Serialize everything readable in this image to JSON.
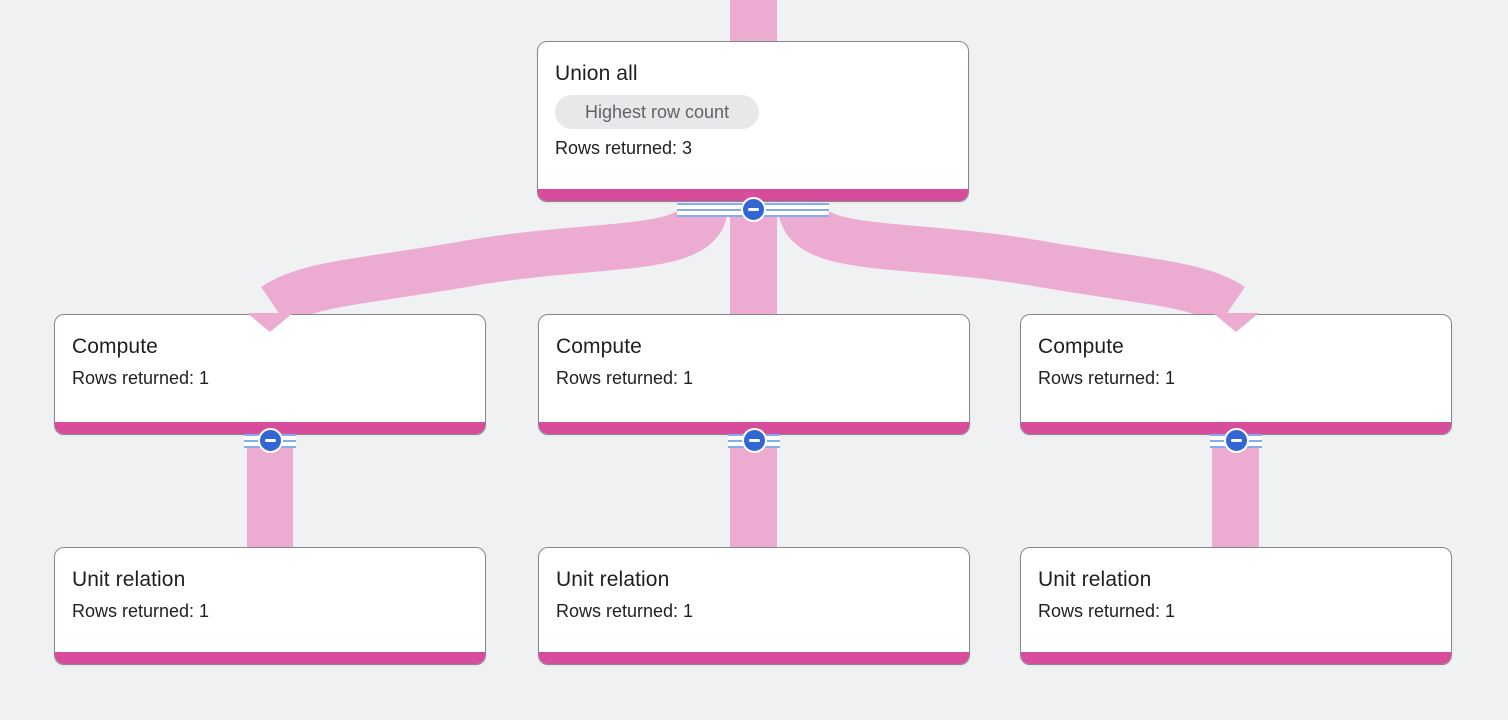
{
  "app": {
    "view": "query-execution-graph"
  },
  "colors": {
    "background": "#f0f1f2",
    "flow_pink": "#ecacd2",
    "bar_magenta": "#d84c9c",
    "button_blue": "#3267d3",
    "stripe_blue": "#86abf0",
    "node_border": "#85898e",
    "badge_bg": "#e7e8ea",
    "badge_text": "#5f6368"
  },
  "icons": {
    "collapse_button": "minus-in-circle",
    "collapsed_edge_handle": "horizontal-stripes"
  },
  "graph": {
    "union_node": {
      "title": "Union all",
      "badge": "Highest row count",
      "rows": "Rows returned: 3"
    },
    "compute_nodes": [
      {
        "title": "Compute",
        "rows": "Rows returned: 1"
      },
      {
        "title": "Compute",
        "rows": "Rows returned: 1"
      },
      {
        "title": "Compute",
        "rows": "Rows returned: 1"
      }
    ],
    "unit_nodes": [
      {
        "title": "Unit relation",
        "rows": "Rows returned: 1"
      },
      {
        "title": "Unit relation",
        "rows": "Rows returned: 1"
      },
      {
        "title": "Unit relation",
        "rows": "Rows returned: 1"
      }
    ],
    "edges": [
      {
        "from": "offscreen-top",
        "to": "union-all"
      },
      {
        "from": "union-all",
        "to": "compute-1"
      },
      {
        "from": "union-all",
        "to": "compute-2"
      },
      {
        "from": "union-all",
        "to": "compute-3"
      },
      {
        "from": "compute-1",
        "to": "unit-relation-1"
      },
      {
        "from": "compute-2",
        "to": "unit-relation-2"
      },
      {
        "from": "compute-3",
        "to": "unit-relation-3"
      }
    ]
  }
}
